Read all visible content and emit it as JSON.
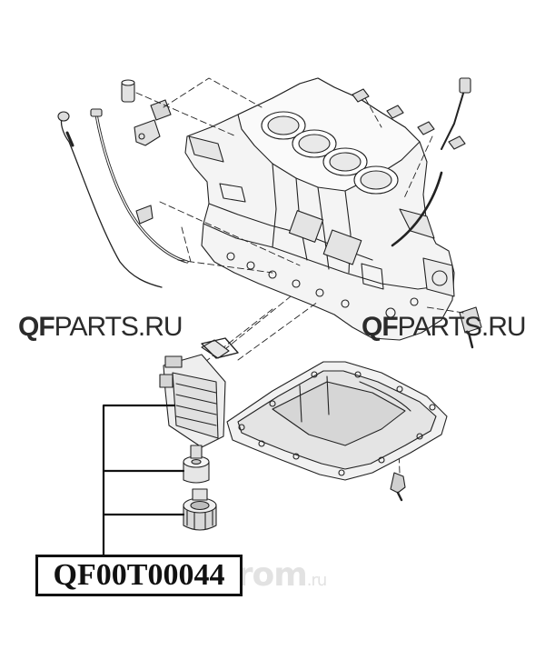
{
  "watermarks": {
    "left": {
      "bold": "QF",
      "rest": "PARTS.RU"
    },
    "right": {
      "bold": "QF",
      "rest": "PARTS.RU"
    },
    "drom": {
      "main": "drom",
      "suffix": ".ru"
    }
  },
  "part_number": "QF00T00044",
  "colors": {
    "line": "#222222",
    "part_fill": "#eeeeee",
    "part_shade": "#bdbdbd",
    "watermark": "#2b2b2b",
    "drom_watermark": "#e2e2e2"
  }
}
